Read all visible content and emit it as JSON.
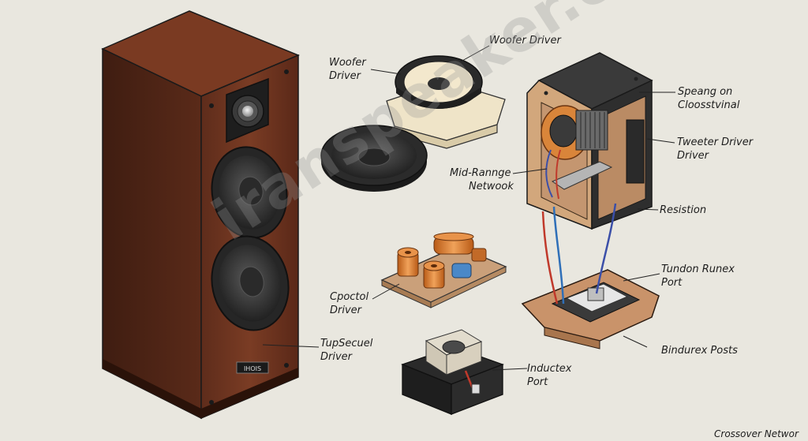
{
  "labels": {
    "woofer_driver_top": "Woofer Driver",
    "woofer_driver_left_line1": "Woofer",
    "woofer_driver_left_line2": "Driver",
    "speang_line1": "Speang on",
    "speang_line2": "Cloosstvinal",
    "tweeter_line1": "Tweeter Driver",
    "tweeter_line2": "Driver",
    "midrange_line1": "Mid-Rannge",
    "midrange_line2": "Netwook",
    "resistion": "Resistion",
    "tundon_line1": "Tundon Runex",
    "tundon_line2": "Port",
    "cpoctol_line1": "Cpoctol",
    "cpoctol_line2": "Driver",
    "tupsecuel_line1": "TupSecuel",
    "tupsecuel_line2": "Driver",
    "inductex_line1": "Inductex",
    "inductex_line2": "Port",
    "bindurex": "Bindurex Posts",
    "crossover": "Crossover Networ"
  },
  "badge": "IHOIS",
  "watermark": "iranspeaker.com",
  "colors": {
    "background": "#e9e7df",
    "wood": "#6b3320",
    "driver": "#2f2f2f",
    "board": "#c9a07a",
    "coil": "#d97b2c",
    "cable_red": "#c0392b",
    "cable_blue": "#3b4fa8"
  }
}
